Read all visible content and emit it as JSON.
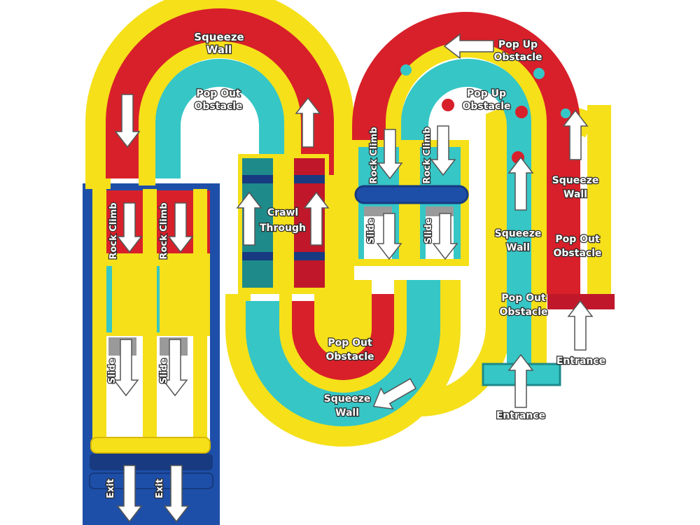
{
  "labels": {
    "squeeze_wall_top": [
      "Squeeze",
      "Wall"
    ],
    "pop_out_top": [
      "Pop Out",
      "Obstacle"
    ],
    "pop_up_top": [
      "Pop Up",
      "Obstacle"
    ],
    "pop_up_inner": [
      "Pop Up",
      "Obstacle"
    ],
    "rock_climb_1": "Rock Climb",
    "rock_climb_2": "Rock Climb",
    "rock_climb_3": "Rock Climb",
    "rock_climb_4": "Rock Climb",
    "crawl_through": [
      "Crawl",
      "Through"
    ],
    "slide_1": "Slide",
    "slide_2": "Slide",
    "slide_3": "Slide",
    "slide_4": "Slide",
    "squeeze_wall_right": [
      "Squeeze",
      "Wall"
    ],
    "squeeze_wall_mid": [
      "Squeeze",
      "Wall"
    ],
    "pop_out_right": [
      "Pop Out",
      "Obstacle"
    ],
    "pop_out_mid": [
      "Pop Out",
      "Obstacle"
    ],
    "pop_out_bottom": [
      "Pop Out",
      "Obstacle"
    ],
    "squeeze_wall_bottom": [
      "Squeeze",
      "Wall"
    ],
    "entrance_1": "Entrance",
    "entrance_2": "Entrance",
    "exit_1": "Exit",
    "exit_2": "Exit"
  },
  "colors": {
    "yellow": "#f5e01a",
    "yellow_dark": "#d9b800",
    "red": "#d8202a",
    "teal": "#36c6c6",
    "blue": "#1e4fa8",
    "blue_dark": "#173a80",
    "gray": "#9a9a9a",
    "white": "#ffffff"
  }
}
